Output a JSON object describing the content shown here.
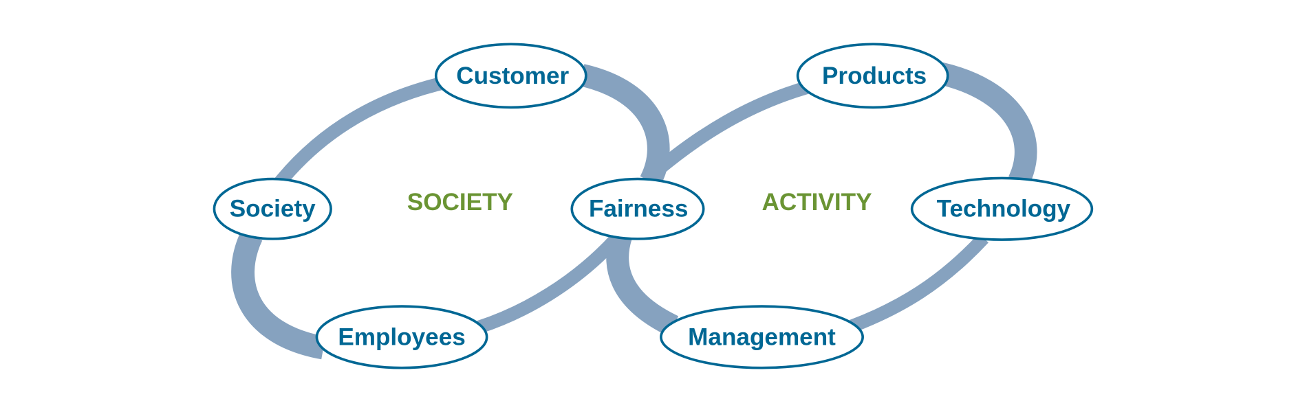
{
  "colors": {
    "band": "#86a2bf",
    "node": "#006794",
    "area": "#6a9433"
  },
  "areas": {
    "society": "SOCIETY",
    "activity": "ACTIVITY"
  },
  "nodes": {
    "customer": "Customer",
    "products": "Products",
    "society": "Society",
    "fairness": "Fairness",
    "technology": "Technology",
    "employees": "Employees",
    "management": "Management"
  }
}
